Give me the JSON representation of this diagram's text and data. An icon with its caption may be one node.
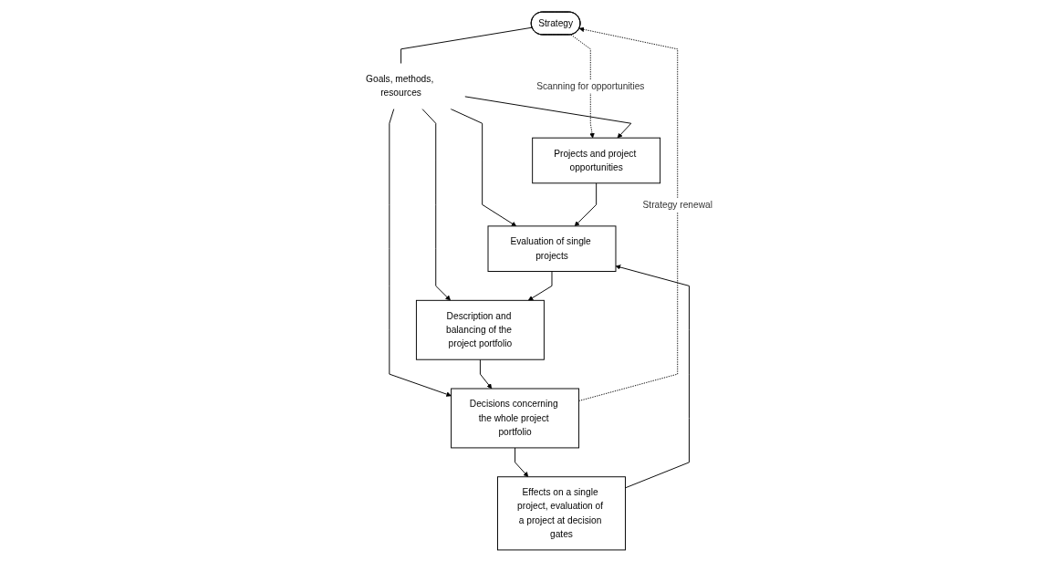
{
  "diagram": {
    "nodes": [
      {
        "text": [
          "Strategy"
        ]
      },
      {
        "text": [
          "Goals, methods, resources"
        ]
      },
      {
        "text": [
          "Projects and project opportunities"
        ]
      },
      {
        "text": [
          "Evaluation of single projects"
        ]
      },
      {
        "text": [
          "Description and balancing of the project portfolio"
        ]
      },
      {
        "text": [
          "Decisions concerning the whole project portfolio"
        ]
      },
      {
        "text": [
          "Effects on a single project, evaluation of a project at decision gates"
        ]
      }
    ],
    "edges": [
      {
        "from": 0,
        "to": 2,
        "arrow": "to",
        "style": "dashed",
        "label": "Scanning for opportunities"
      },
      {
        "from": 5,
        "to": 0,
        "arrow": "to",
        "style": "dashed",
        "label": "Strategy renewal"
      },
      {
        "from": 0,
        "to": 1,
        "arrow": "none"
      },
      {
        "from": 1,
        "to": 2,
        "arrow": "to"
      },
      {
        "from": 1,
        "to": 3,
        "arrow": "to"
      },
      {
        "from": 1,
        "to": 4,
        "arrow": "to"
      },
      {
        "from": 1,
        "to": 5,
        "arrow": "to"
      },
      {
        "from": 2,
        "to": 3,
        "arrow": "to"
      },
      {
        "from": 3,
        "to": 4,
        "arrow": "to"
      },
      {
        "from": 4,
        "to": 5,
        "arrow": "to"
      },
      {
        "from": 5,
        "to": 6,
        "arrow": "to"
      },
      {
        "from": 6,
        "to": 3,
        "arrow": "to"
      }
    ]
  }
}
